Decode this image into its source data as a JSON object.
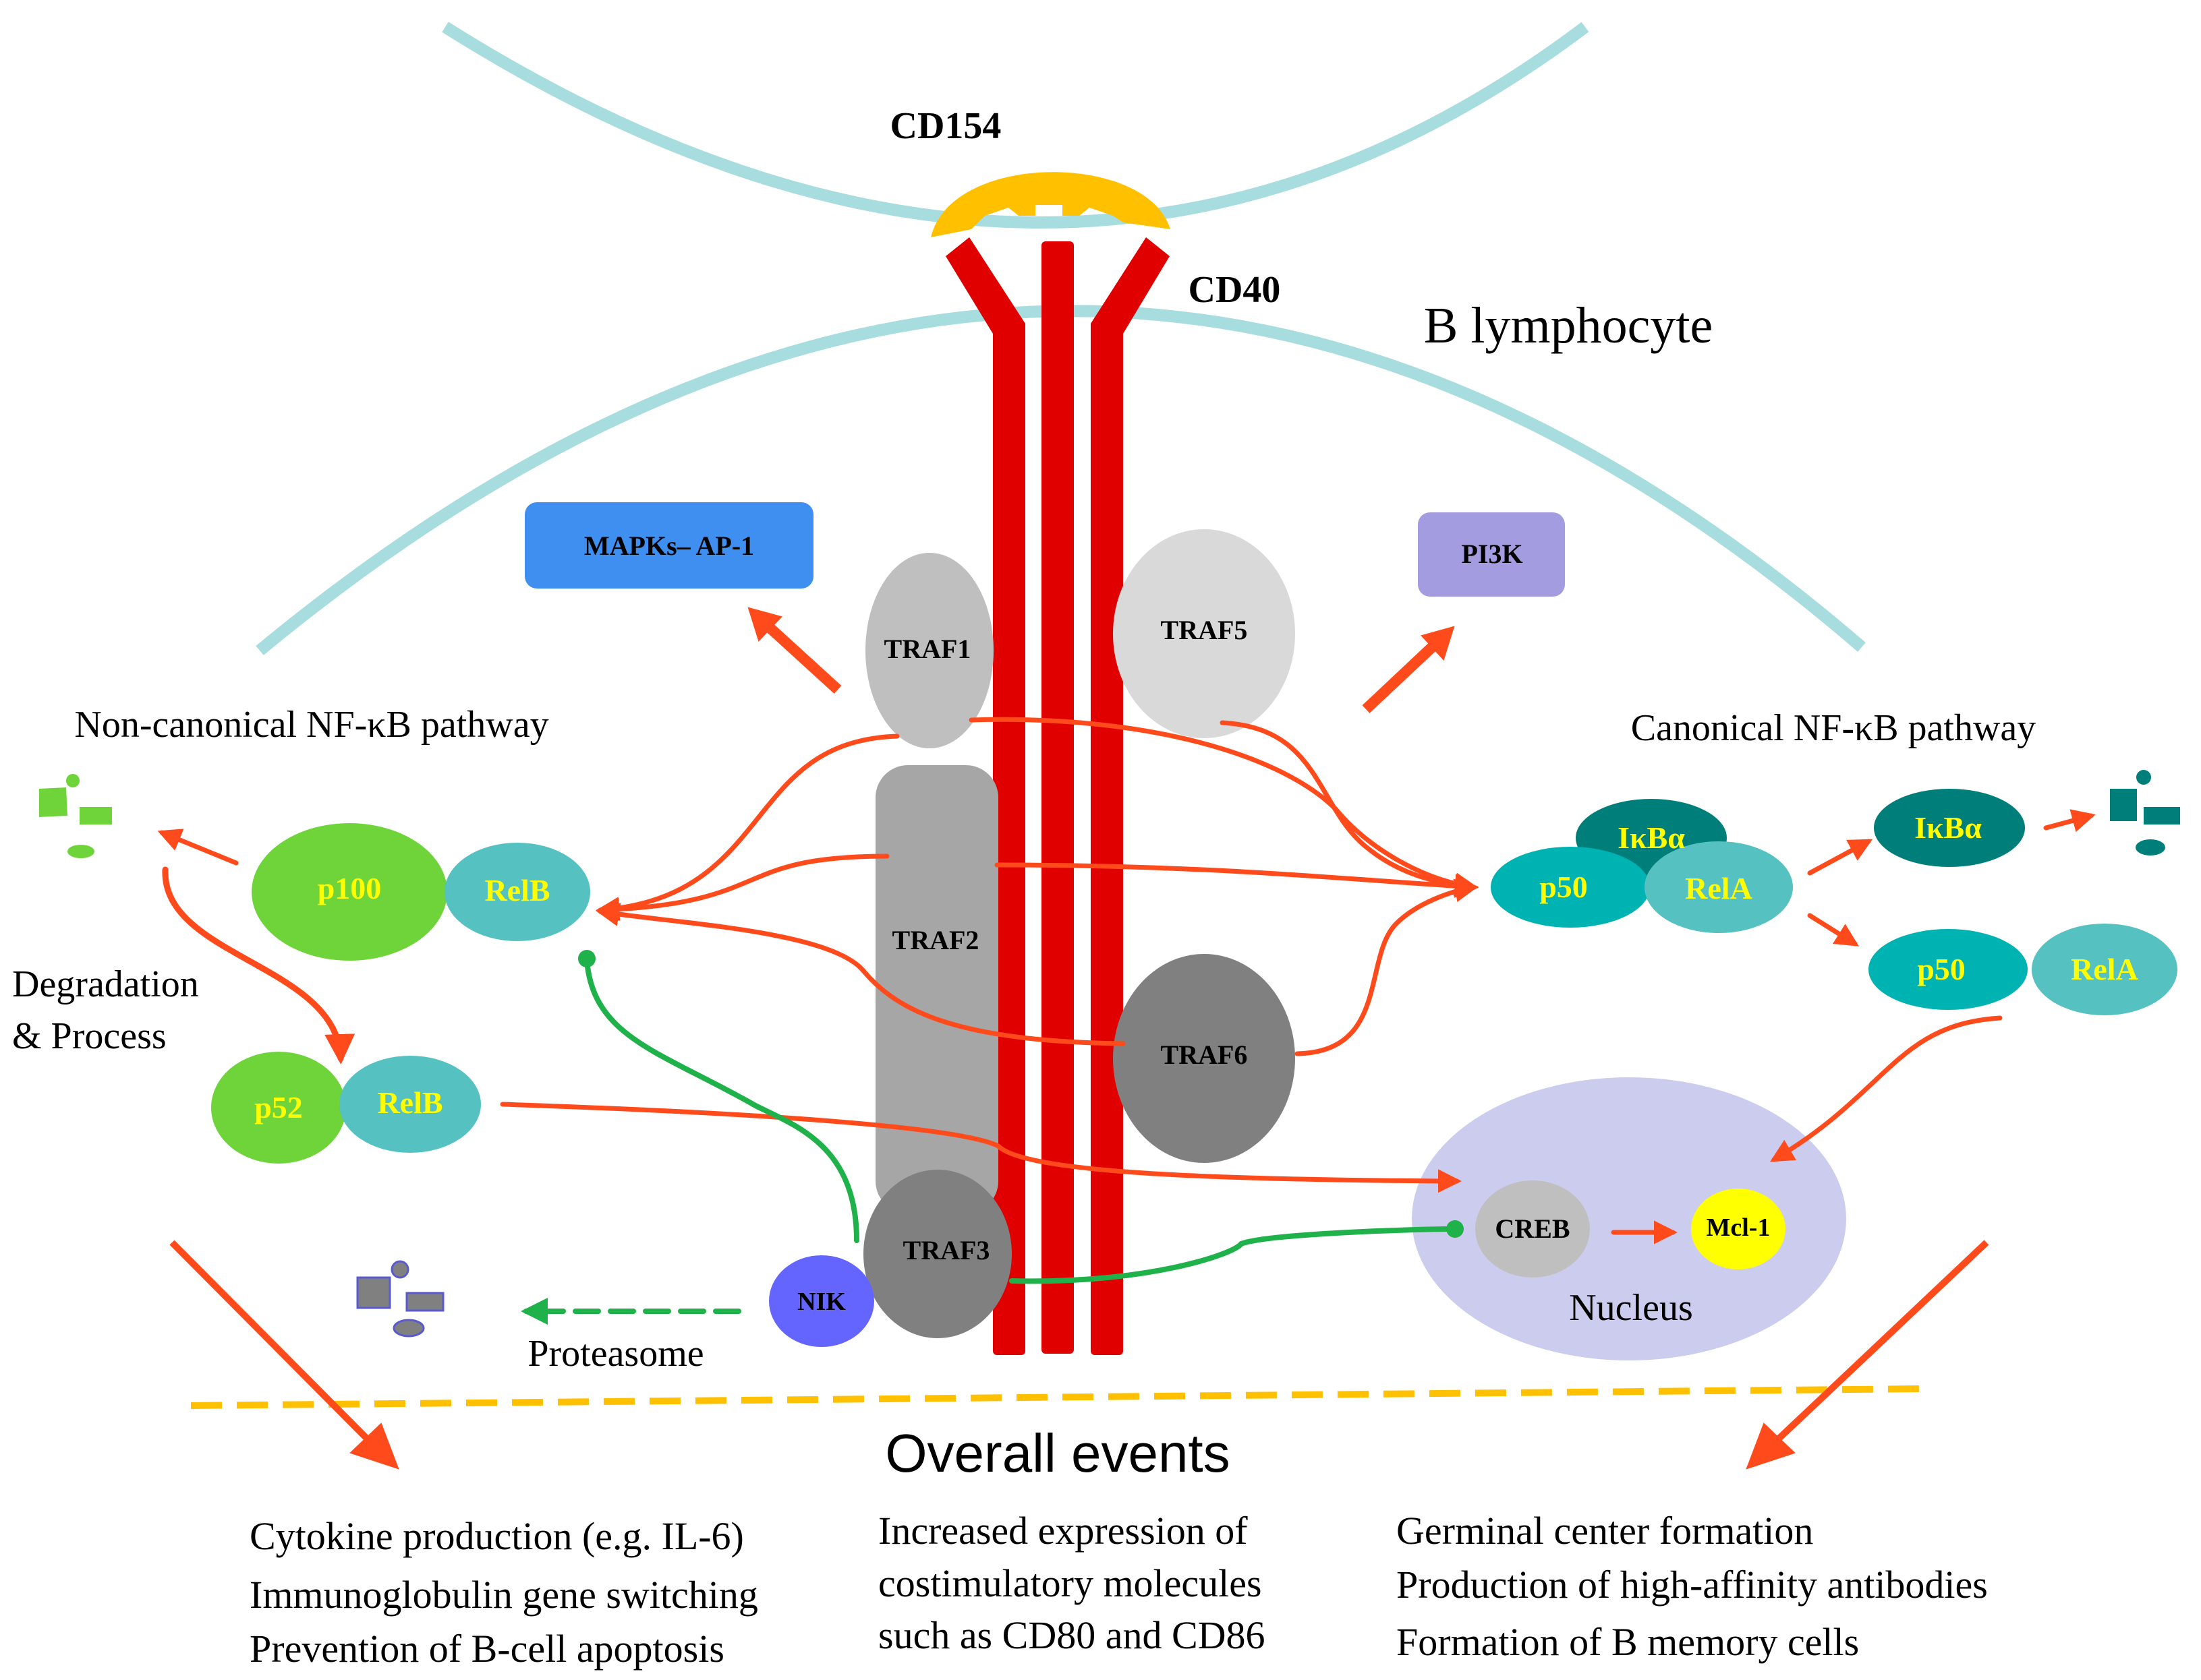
{
  "labels": {
    "cd154": "CD154",
    "cd40": "CD40",
    "b_lymphocyte": "B lymphocyte",
    "non_canonical": "Non-canonical NF-κB pathway",
    "canonical": "Canonical NF-κB pathway",
    "degradation_line1": "Degradation",
    "degradation_line2": "& Process",
    "proteasome": "Proteasome",
    "nucleus": "Nucleus",
    "overall_events": "Overall events"
  },
  "proteins": {
    "mapks": "MAPKs– AP-1",
    "pi3k": "PI3K",
    "traf1": "TRAF1",
    "traf2": "TRAF2",
    "traf3": "TRAF3",
    "traf5": "TRAF5",
    "traf6": "TRAF6",
    "nik": "NIK",
    "p100": "p100",
    "relb_1": "RelB",
    "p52": "p52",
    "relb_2": "RelB",
    "ikba_1": "IκBα",
    "p50_1": "p50",
    "rela_1": "RelA",
    "ikba_2": "IκBα",
    "p50_2": "p50",
    "rela_2": "RelA",
    "creb": "CREB",
    "mcl1": "Mcl-1"
  },
  "events": {
    "left": [
      "Cytokine production (e.g. IL-6)",
      "Immunoglobulin gene switching",
      "Prevention of B-cell apoptosis"
    ],
    "middle": [
      "Increased expression of",
      "costimulatory molecules",
      "such as CD80 and CD86"
    ],
    "right": [
      "Germinal center formation",
      "Production of high-affinity antibodies",
      "Formation of B memory cells"
    ]
  },
  "colors": {
    "membrane": "#a8dde0",
    "cd154": "#ffc000",
    "cd40": "#e00000",
    "arrow": "#ff4a1c",
    "inhibit": "#1fb14a",
    "dashed_line": "#ffc000",
    "mapks": "#3f8ff0",
    "pi3k": "#a39ce0",
    "nucleus": "#ccccee",
    "p100": "#6fd43a",
    "relb": "#55c1c1",
    "ikba": "#007f7a",
    "p50": "#00b3b3",
    "label_yellow": "#ffff00",
    "mcl1": "#ffff00",
    "nik": "#6464ff"
  }
}
